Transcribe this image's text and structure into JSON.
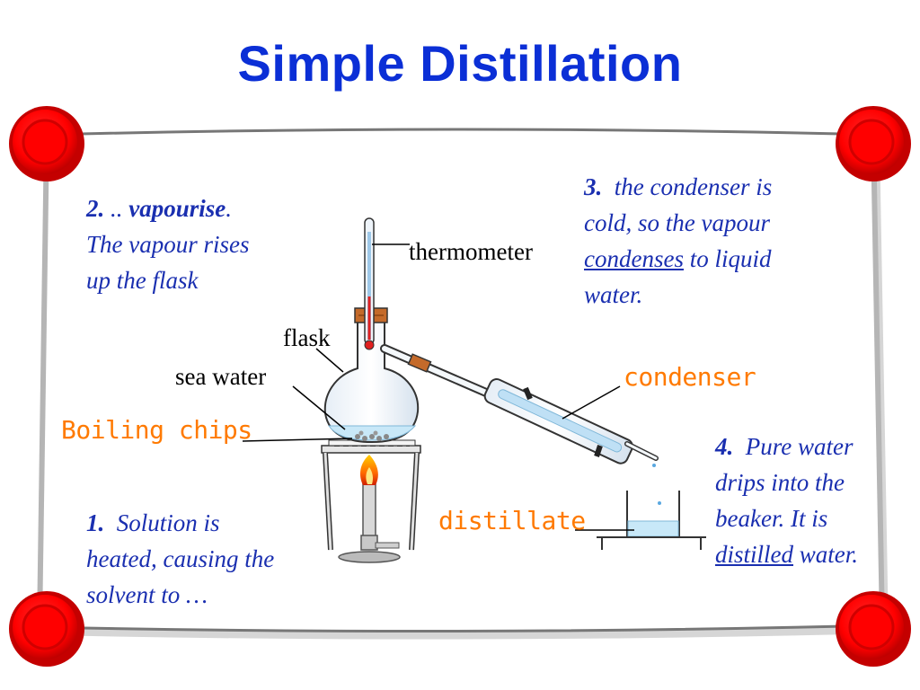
{
  "title": "Simple Distillation",
  "notes": {
    "step1": {
      "num": "1.",
      "text_a": "Solution is",
      "text_b": "heated, causing the",
      "text_c": "solvent to …"
    },
    "step2": {
      "num": "2.",
      "dots": "..",
      "bold": "vapourise",
      "period": ".",
      "text_b": "The vapour rises",
      "text_c": "up the flask"
    },
    "step3": {
      "num": "3.",
      "text_a": "the condenser is",
      "text_b": "cold, so the vapour",
      "underlined": "condenses",
      "text_c": "to liquid",
      "text_d": "water."
    },
    "step4": {
      "num": "4.",
      "text_a": "Pure water",
      "text_b": "drips into the",
      "text_c": "beaker.  It is",
      "underlined": "distilled",
      "text_d": "water."
    }
  },
  "labels": {
    "thermometer": "thermometer",
    "flask": "flask",
    "sea_water": "sea water",
    "boiling_chips": "Boiling chips",
    "condenser": "condenser",
    "distillate": "distillate"
  },
  "colors": {
    "title": "#0b2fd6",
    "notes": "#1a2fb0",
    "orange_labels": "#ff7a00",
    "pins": "#ff0000",
    "liquid": "#c8e8f8"
  }
}
